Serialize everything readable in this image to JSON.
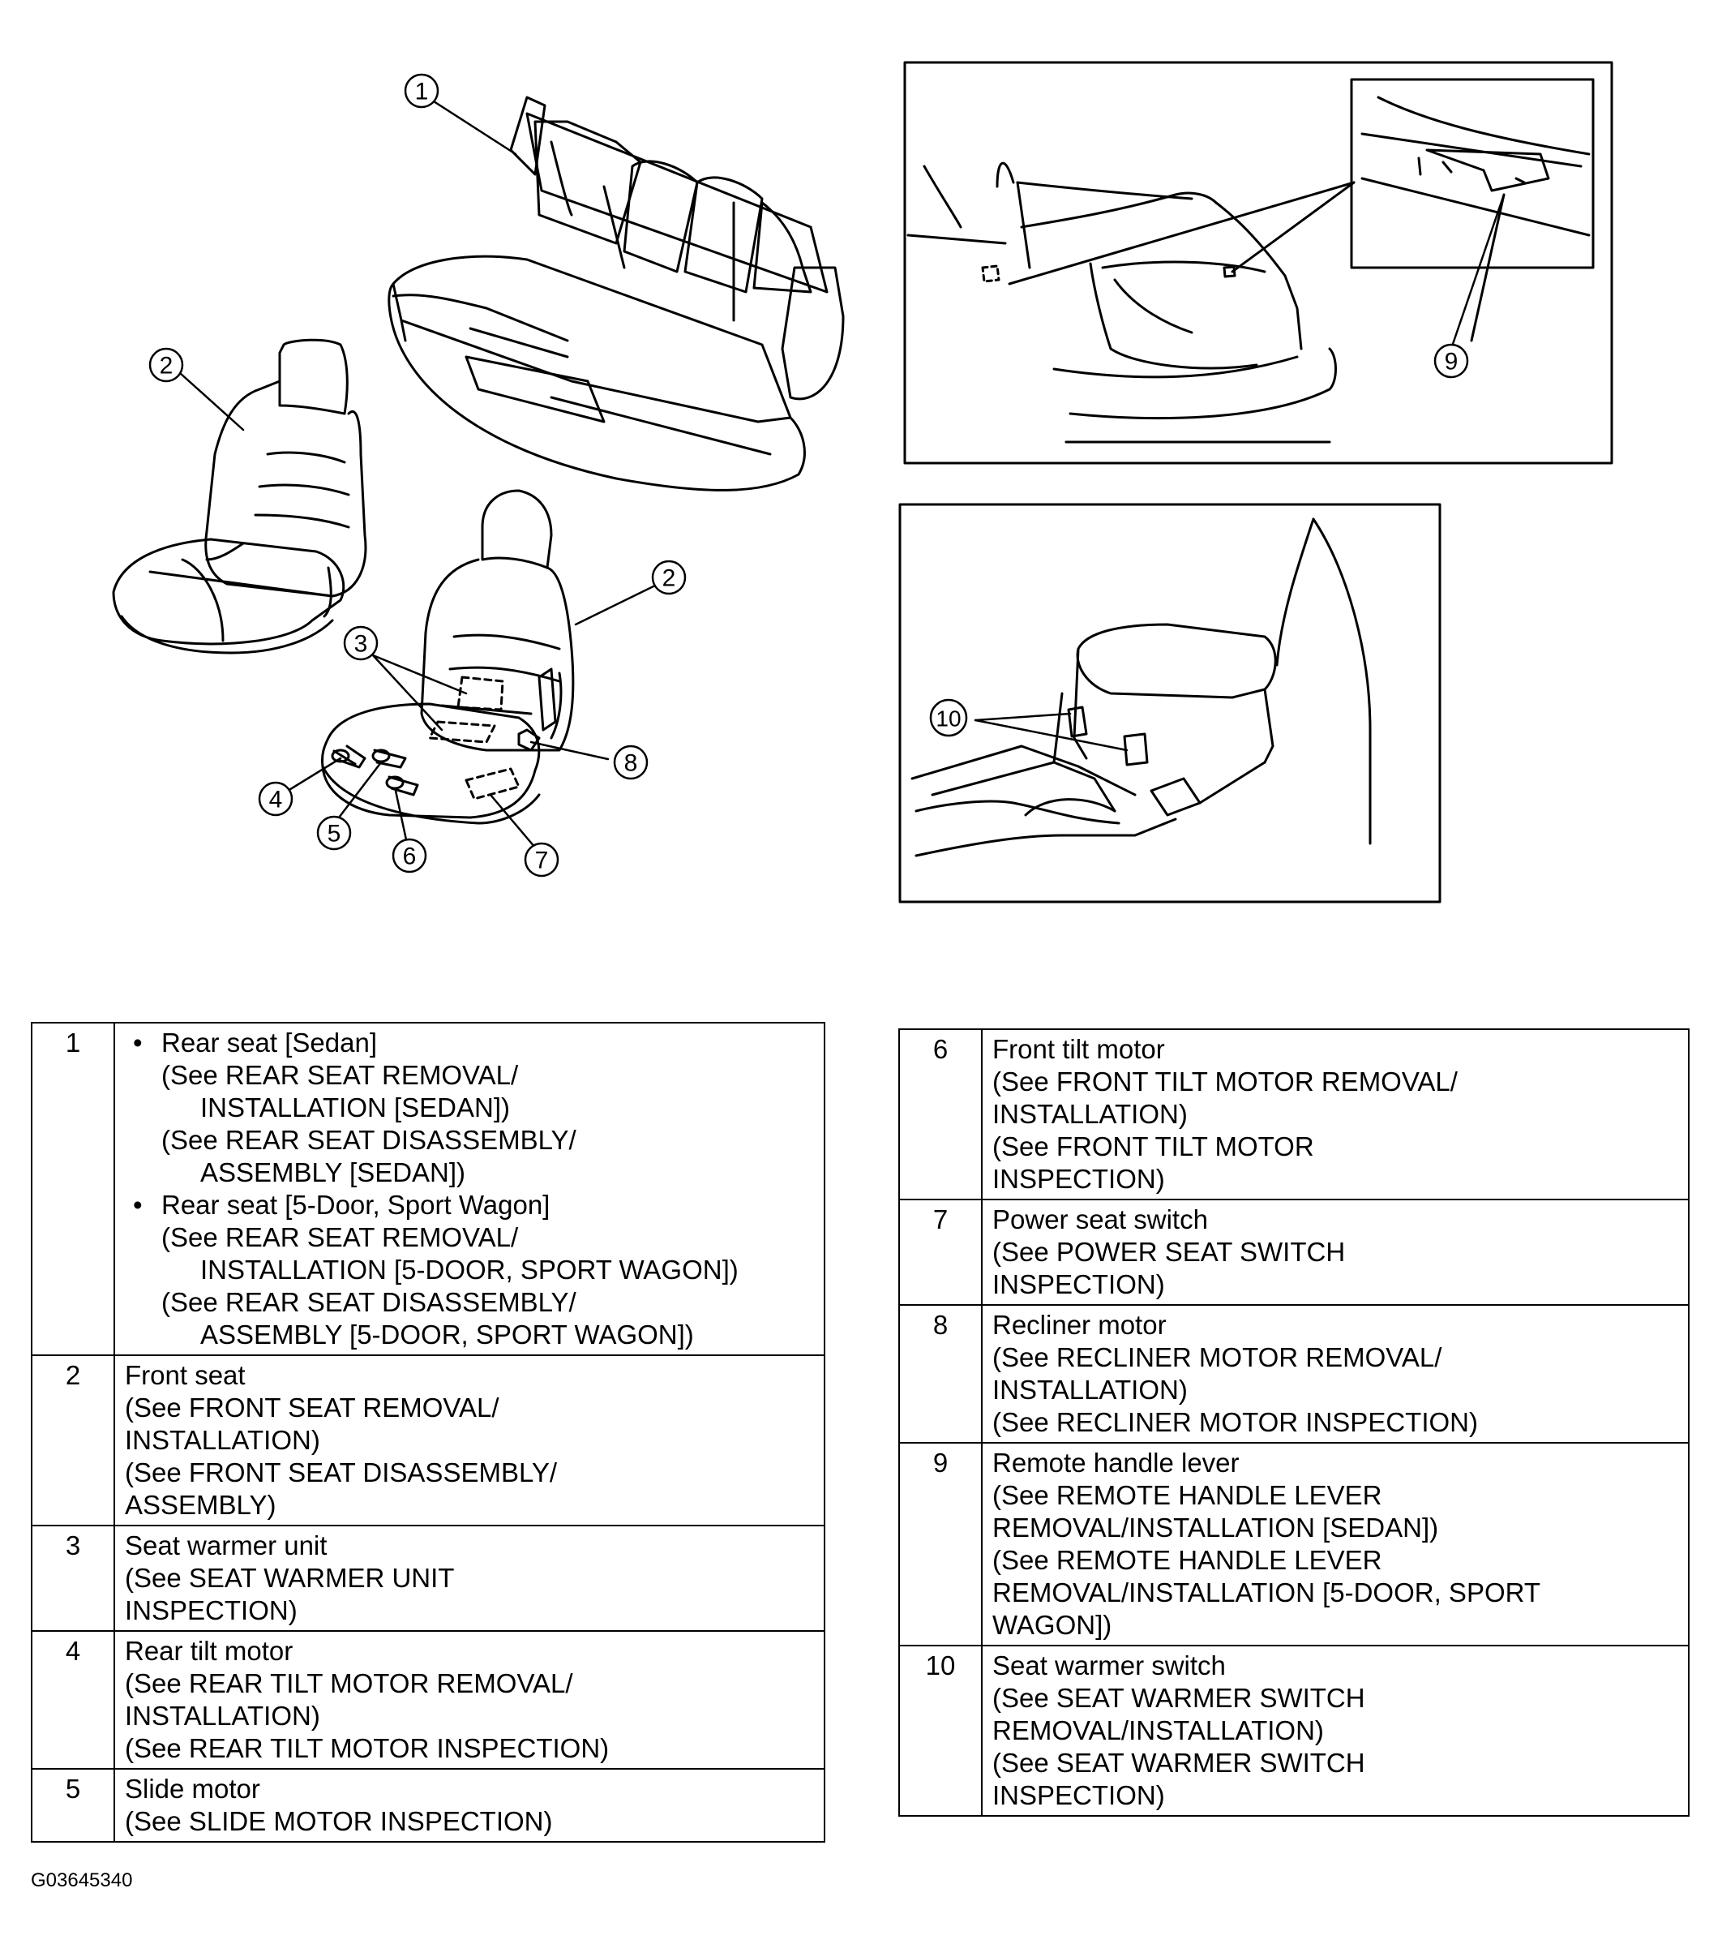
{
  "figure": {
    "code": "G03645340",
    "callouts": [
      "1",
      "2",
      "2",
      "3",
      "4",
      "5",
      "6",
      "7",
      "8",
      "9",
      "10"
    ]
  },
  "table_left": [
    {
      "num": "1",
      "lines": [
        {
          "text": "Rear seat [Sedan]",
          "style": "bullet"
        },
        {
          "text": "(See REAR SEAT REMOVAL/",
          "style": "indent1"
        },
        {
          "text": "INSTALLATION [SEDAN])",
          "style": "indent2"
        },
        {
          "text": "(See REAR SEAT DISASSEMBLY/",
          "style": "indent1"
        },
        {
          "text": "ASSEMBLY [SEDAN])",
          "style": "indent2"
        },
        {
          "text": "Rear seat [5-Door, Sport Wagon]",
          "style": "bullet"
        },
        {
          "text": "(See REAR SEAT REMOVAL/",
          "style": "indent1"
        },
        {
          "text": "INSTALLATION [5-DOOR, SPORT WAGON])",
          "style": "indent2"
        },
        {
          "text": "(See REAR SEAT DISASSEMBLY/",
          "style": "indent1"
        },
        {
          "text": "ASSEMBLY [5-DOOR, SPORT WAGON])",
          "style": "indent2"
        }
      ]
    },
    {
      "num": "2",
      "lines": [
        {
          "text": "Front seat",
          "style": "plain"
        },
        {
          "text": "(See FRONT SEAT REMOVAL/",
          "style": "plain"
        },
        {
          "text": "INSTALLATION)",
          "style": "plain"
        },
        {
          "text": "(See FRONT SEAT DISASSEMBLY/",
          "style": "plain"
        },
        {
          "text": "ASSEMBLY)",
          "style": "plain"
        }
      ]
    },
    {
      "num": "3",
      "lines": [
        {
          "text": "Seat warmer unit",
          "style": "plain"
        },
        {
          "text": "(See SEAT WARMER UNIT",
          "style": "plain"
        },
        {
          "text": "INSPECTION)",
          "style": "plain"
        }
      ]
    },
    {
      "num": "4",
      "lines": [
        {
          "text": "Rear tilt motor",
          "style": "plain"
        },
        {
          "text": "(See REAR TILT MOTOR REMOVAL/",
          "style": "plain"
        },
        {
          "text": "INSTALLATION)",
          "style": "plain"
        },
        {
          "text": "(See REAR TILT MOTOR INSPECTION)",
          "style": "plain"
        }
      ]
    },
    {
      "num": "5",
      "lines": [
        {
          "text": "Slide motor",
          "style": "plain"
        },
        {
          "text": "(See SLIDE MOTOR INSPECTION)",
          "style": "plain"
        }
      ]
    }
  ],
  "table_right": [
    {
      "num": "6",
      "lines": [
        {
          "text": "Front tilt motor",
          "style": "plain"
        },
        {
          "text": "(See FRONT TILT MOTOR REMOVAL/",
          "style": "plain"
        },
        {
          "text": "INSTALLATION)",
          "style": "plain"
        },
        {
          "text": "(See FRONT TILT MOTOR",
          "style": "plain"
        },
        {
          "text": "INSPECTION)",
          "style": "plain"
        }
      ]
    },
    {
      "num": "7",
      "lines": [
        {
          "text": "Power seat switch",
          "style": "plain"
        },
        {
          "text": "(See POWER SEAT SWITCH",
          "style": "plain"
        },
        {
          "text": "INSPECTION)",
          "style": "plain"
        }
      ]
    },
    {
      "num": "8",
      "lines": [
        {
          "text": "Recliner motor",
          "style": "plain"
        },
        {
          "text": "(See RECLINER MOTOR REMOVAL/",
          "style": "plain"
        },
        {
          "text": "INSTALLATION)",
          "style": "plain"
        },
        {
          "text": "(See RECLINER MOTOR INSPECTION)",
          "style": "plain"
        }
      ]
    },
    {
      "num": "9",
      "lines": [
        {
          "text": "Remote handle lever",
          "style": "plain"
        },
        {
          "text": "(See REMOTE HANDLE LEVER",
          "style": "plain"
        },
        {
          "text": "REMOVAL/INSTALLATION [SEDAN])",
          "style": "plain"
        },
        {
          "text": "(See REMOTE HANDLE LEVER",
          "style": "plain"
        },
        {
          "text": "REMOVAL/INSTALLATION [5-DOOR, SPORT",
          "style": "plain"
        },
        {
          "text": "WAGON])",
          "style": "plain"
        }
      ]
    },
    {
      "num": "10",
      "lines": [
        {
          "text": "Seat warmer switch",
          "style": "plain"
        },
        {
          "text": "(See SEAT WARMER SWITCH",
          "style": "plain"
        },
        {
          "text": "REMOVAL/INSTALLATION)",
          "style": "plain"
        },
        {
          "text": "(See SEAT WARMER SWITCH",
          "style": "plain"
        },
        {
          "text": "INSPECTION)",
          "style": "plain"
        }
      ]
    }
  ]
}
